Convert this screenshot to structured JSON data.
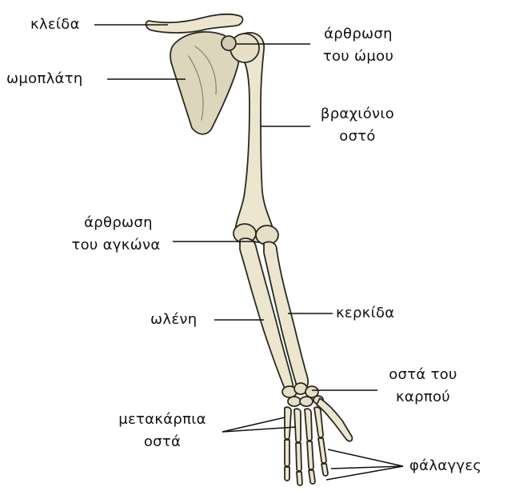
{
  "labels": {
    "clavicle": "κλείδα",
    "scapula": "ωμοπλάτη",
    "shoulder_joint_1": "άρθρωση",
    "shoulder_joint_2": "του ώμου",
    "humerus_1": "βραχιόνιο",
    "humerus_2": "οστό",
    "elbow_joint_1": "άρθρωση",
    "elbow_joint_2": "του αγκώνα",
    "ulna": "ωλένη",
    "radius": "κερκίδα",
    "carpals_1": "οστά του",
    "carpals_2": "καρπού",
    "metacarpals_1": "μετακάρπια",
    "metacarpals_2": "οστά",
    "phalanges": "φάλαγγες"
  },
  "colors": {
    "bone_fill": "#ede6cf",
    "bone_shade": "#c9c1a6",
    "bone_outline": "#2a2a22",
    "leader_line": "#111111"
  }
}
